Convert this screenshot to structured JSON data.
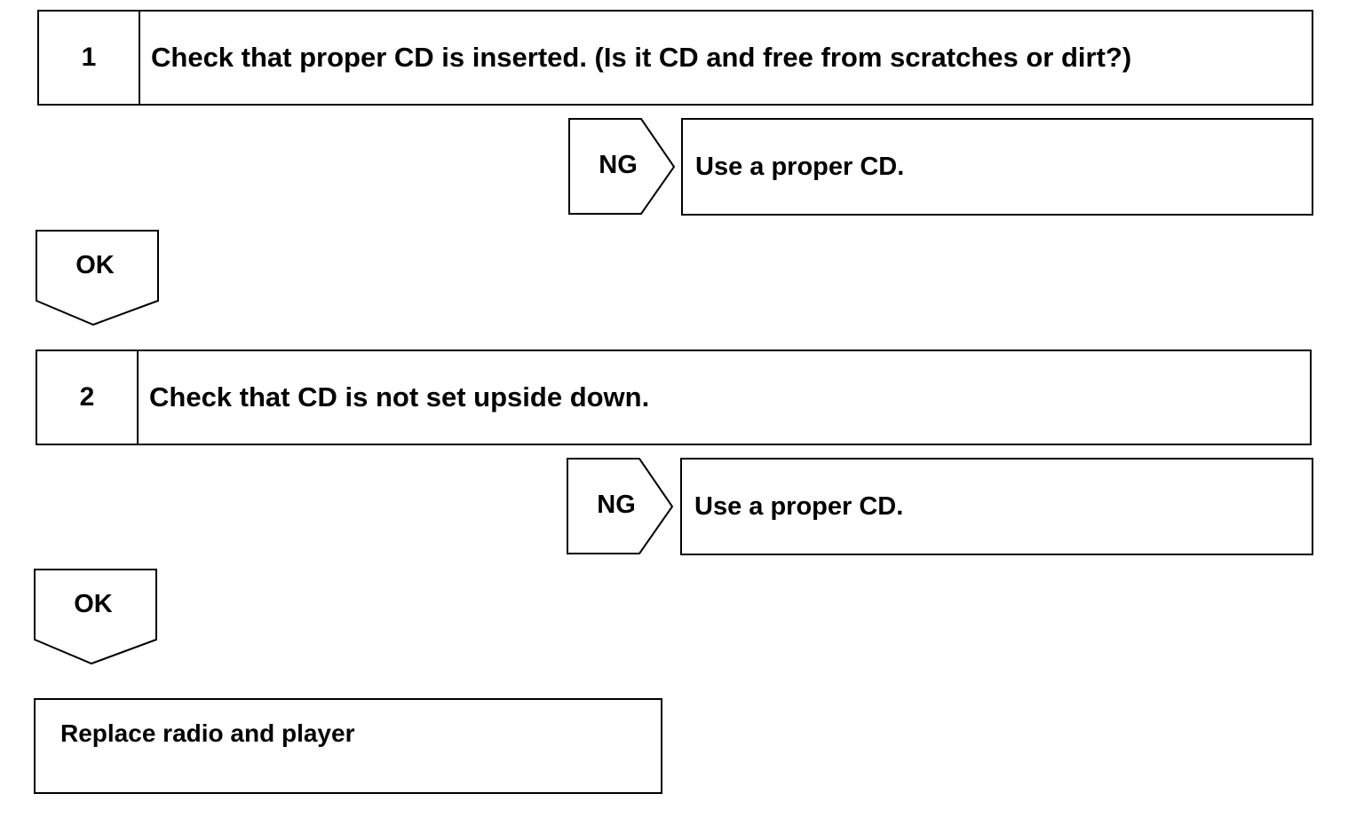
{
  "steps": [
    {
      "number": "1",
      "text": "Check that proper CD is inserted. (Is it CD and free from scratches or dirt?)",
      "ng_label": "NG",
      "ng_action": "Use a proper CD.",
      "ok_label": "OK"
    },
    {
      "number": "2",
      "text": "Check that CD is not set upside down.",
      "ng_label": "NG",
      "ng_action": "Use a proper CD.",
      "ok_label": "OK"
    }
  ],
  "final": {
    "text": "Replace radio and player"
  }
}
